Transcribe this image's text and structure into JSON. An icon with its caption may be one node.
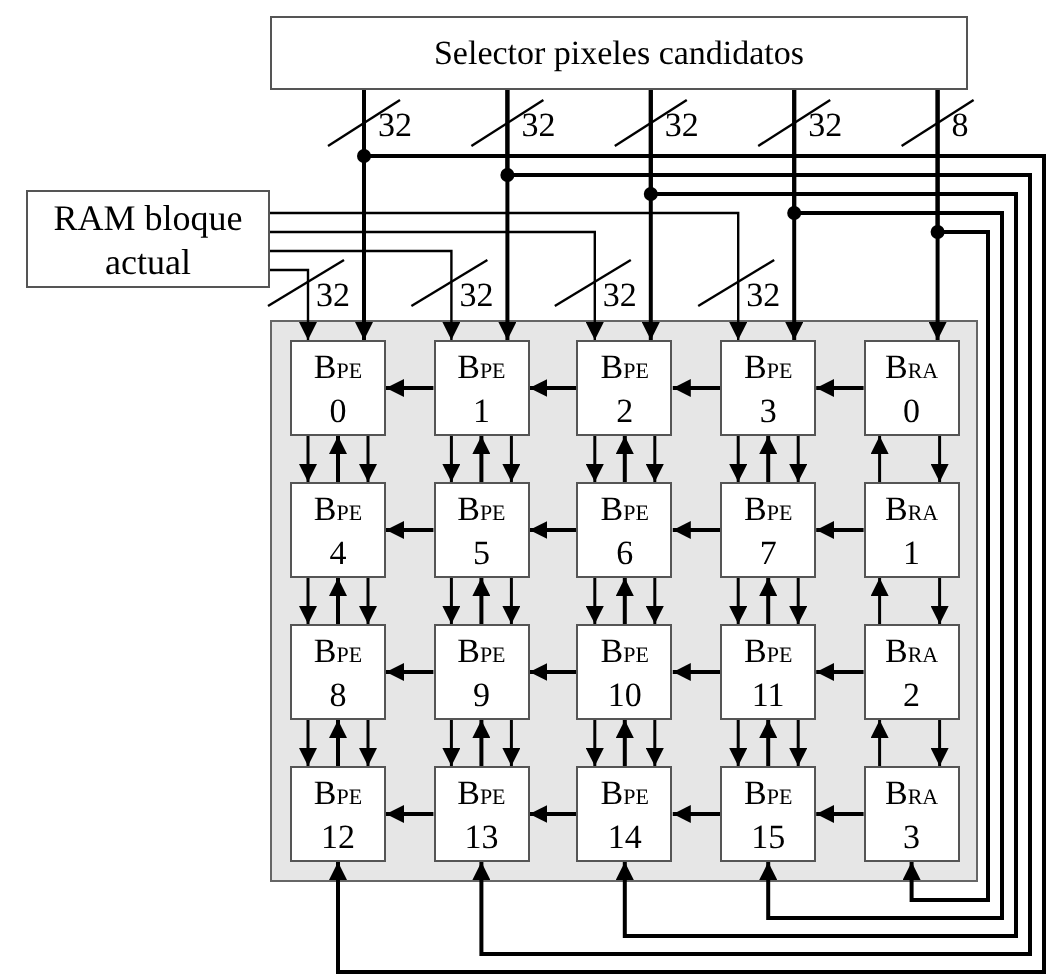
{
  "diagram": {
    "nodes": [
      {
        "text": [
          "Selector pixeles candidatos"
        ]
      },
      {
        "text": [
          "RAM bloque actual"
        ]
      },
      {
        "text": [],
        "shape": "box"
      },
      {
        "text": [
          "B$_{PE}$",
          "0"
        ],
        "in": 2
      },
      {
        "text": [
          "B$_{PE}$",
          "1"
        ],
        "in": 2
      },
      {
        "text": [
          "B$_{PE}$",
          "2"
        ],
        "in": 2
      },
      {
        "text": [
          "B$_{PE}$",
          "3"
        ],
        "in": 2
      },
      {
        "text": [
          "B$_{RA}$",
          "0"
        ],
        "in": 2
      },
      {
        "text": [
          "B$_{PE}$",
          "4"
        ],
        "in": 2
      },
      {
        "text": [
          "B$_{PE}$",
          "5"
        ],
        "in": 2
      },
      {
        "text": [
          "B$_{PE}$",
          "6"
        ],
        "in": 2
      },
      {
        "text": [
          "B$_{PE}$",
          "7"
        ],
        "in": 2
      },
      {
        "text": [
          "B$_{RA}$",
          "1"
        ],
        "in": 2
      },
      {
        "text": [
          "B$_{PE}$",
          "8"
        ],
        "in": 2
      },
      {
        "text": [
          "B$_{PE}$",
          "9"
        ],
        "in": 2
      },
      {
        "text": [
          "B$_{PE}$",
          "10"
        ],
        "in": 2
      },
      {
        "text": [
          "B$_{PE}$",
          "11"
        ],
        "in": 2
      },
      {
        "text": [
          "B$_{RA}$",
          "2"
        ],
        "in": 2
      },
      {
        "text": [
          "B$_{PE}$",
          "12"
        ],
        "in": 2
      },
      {
        "text": [
          "B$_{PE}$",
          "13"
        ],
        "in": 2
      },
      {
        "text": [
          "B$_{PE}$",
          "14"
        ],
        "in": 2
      },
      {
        "text": [
          "B$_{PE}$",
          "15"
        ],
        "in": 2
      },
      {
        "text": [
          "B$_{RA}$",
          "3"
        ],
        "in": 2
      }
    ],
    "edges": [
      {
        "from": 0,
        "to": 3,
        "arrow": "to",
        "label": "32"
      },
      {
        "from": 0,
        "to": 4,
        "arrow": "to",
        "label": "32"
      },
      {
        "from": 0,
        "to": 5,
        "arrow": "to",
        "label": "32"
      },
      {
        "from": 0,
        "to": 6,
        "arrow": "to",
        "label": "32"
      },
      {
        "from": 0,
        "to": 7,
        "arrow": "to",
        "label": "8"
      },
      {
        "from": 0,
        "to": 18,
        "arrow": "to"
      },
      {
        "from": 0,
        "to": 19,
        "arrow": "to"
      },
      {
        "from": 0,
        "to": 20,
        "arrow": "to"
      },
      {
        "from": 0,
        "to": 21,
        "arrow": "to"
      },
      {
        "from": 0,
        "to": 22,
        "arrow": "to"
      },
      {
        "from": 1,
        "to": 3,
        "arrow": "to",
        "label": "32"
      },
      {
        "from": 1,
        "to": 4,
        "arrow": "to",
        "label": "32"
      },
      {
        "from": 1,
        "to": 5,
        "arrow": "to",
        "label": "32"
      },
      {
        "from": 1,
        "to": 6,
        "arrow": "to",
        "label": "32"
      },
      {
        "from": 7,
        "to": 6,
        "arrow": "to"
      },
      {
        "from": 6,
        "to": 5,
        "arrow": "to"
      },
      {
        "from": 5,
        "to": 4,
        "arrow": "to"
      },
      {
        "from": 4,
        "to": 3,
        "arrow": "to"
      },
      {
        "from": 12,
        "to": 11,
        "arrow": "to"
      },
      {
        "from": 11,
        "to": 10,
        "arrow": "to"
      },
      {
        "from": 10,
        "to": 9,
        "arrow": "to"
      },
      {
        "from": 9,
        "to": 8,
        "arrow": "to"
      },
      {
        "from": 17,
        "to": 16,
        "arrow": "to"
      },
      {
        "from": 16,
        "to": 15,
        "arrow": "to"
      },
      {
        "from": 15,
        "to": 14,
        "arrow": "to"
      },
      {
        "from": 14,
        "to": 13,
        "arrow": "to"
      },
      {
        "from": 22,
        "to": 21,
        "arrow": "to"
      },
      {
        "from": 21,
        "to": 20,
        "arrow": "to"
      },
      {
        "from": 20,
        "to": 19,
        "arrow": "to"
      },
      {
        "from": 19,
        "to": 18,
        "arrow": "to"
      },
      {
        "from": 3,
        "to": 8,
        "arrow": "to"
      },
      {
        "from": 8,
        "to": 3,
        "arrow": "to"
      },
      {
        "from": 3,
        "to": 8,
        "arrow": "to"
      },
      {
        "from": 4,
        "to": 9,
        "arrow": "to"
      },
      {
        "from": 9,
        "to": 4,
        "arrow": "to"
      },
      {
        "from": 4,
        "to": 9,
        "arrow": "to"
      },
      {
        "from": 5,
        "to": 10,
        "arrow": "to"
      },
      {
        "from": 10,
        "to": 5,
        "arrow": "to"
      },
      {
        "from": 5,
        "to": 10,
        "arrow": "to"
      },
      {
        "from": 6,
        "to": 11,
        "arrow": "to"
      },
      {
        "from": 11,
        "to": 6,
        "arrow": "to"
      },
      {
        "from": 6,
        "to": 11,
        "arrow": "to"
      },
      {
        "from": 12,
        "to": 7,
        "arrow": "to"
      },
      {
        "from": 7,
        "to": 12,
        "arrow": "to"
      },
      {
        "from": 8,
        "to": 13,
        "arrow": "to"
      },
      {
        "from": 13,
        "to": 8,
        "arrow": "to"
      },
      {
        "from": 8,
        "to": 13,
        "arrow": "to"
      },
      {
        "from": 9,
        "to": 14,
        "arrow": "to"
      },
      {
        "from": 14,
        "to": 9,
        "arrow": "to"
      },
      {
        "from": 9,
        "to": 14,
        "arrow": "to"
      },
      {
        "from": 10,
        "to": 15,
        "arrow": "to"
      },
      {
        "from": 15,
        "to": 10,
        "arrow": "to"
      },
      {
        "from": 10,
        "to": 15,
        "arrow": "to"
      },
      {
        "from": 11,
        "to": 16,
        "arrow": "to"
      },
      {
        "from": 16,
        "to": 11,
        "arrow": "to"
      },
      {
        "from": 11,
        "to": 16,
        "arrow": "to"
      },
      {
        "from": 17,
        "to": 12,
        "arrow": "to"
      },
      {
        "from": 12,
        "to": 17,
        "arrow": "to"
      },
      {
        "from": 13,
        "to": 18,
        "arrow": "to"
      },
      {
        "from": 18,
        "to": 13,
        "arrow": "to"
      },
      {
        "from": 13,
        "to": 18,
        "arrow": "to"
      },
      {
        "from": 14,
        "to": 19,
        "arrow": "to"
      },
      {
        "from": 19,
        "to": 14,
        "arrow": "to"
      },
      {
        "from": 14,
        "to": 19,
        "arrow": "to"
      },
      {
        "from": 15,
        "to": 20,
        "arrow": "to"
      },
      {
        "from": 20,
        "to": 15,
        "arrow": "to"
      },
      {
        "from": 15,
        "to": 20,
        "arrow": "to"
      },
      {
        "from": 16,
        "to": 21,
        "arrow": "to"
      },
      {
        "from": 21,
        "to": 16,
        "arrow": "to"
      },
      {
        "from": 16,
        "to": 21,
        "arrow": "to"
      },
      {
        "from": 22,
        "to": 17,
        "arrow": "to"
      },
      {
        "from": 17,
        "to": 22,
        "arrow": "to"
      }
    ]
  }
}
